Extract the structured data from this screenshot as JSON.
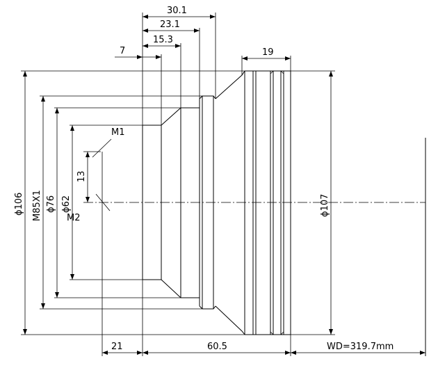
{
  "dimensions": {
    "top_30_1": "30.1",
    "top_23_1": "23.1",
    "top_15_3": "15.3",
    "top_7": "7",
    "top_19": "19",
    "dia_106": "ϕ106",
    "m85": "M85X1",
    "dia_76": "ϕ76",
    "dia_62": "ϕ62",
    "dia_107": "ϕ107",
    "d13": "13",
    "bottom_21": "21",
    "bottom_60_5": "60.5",
    "wd": "WD=319.7mm"
  },
  "markers": {
    "m1": "M1",
    "m2": "M2"
  }
}
